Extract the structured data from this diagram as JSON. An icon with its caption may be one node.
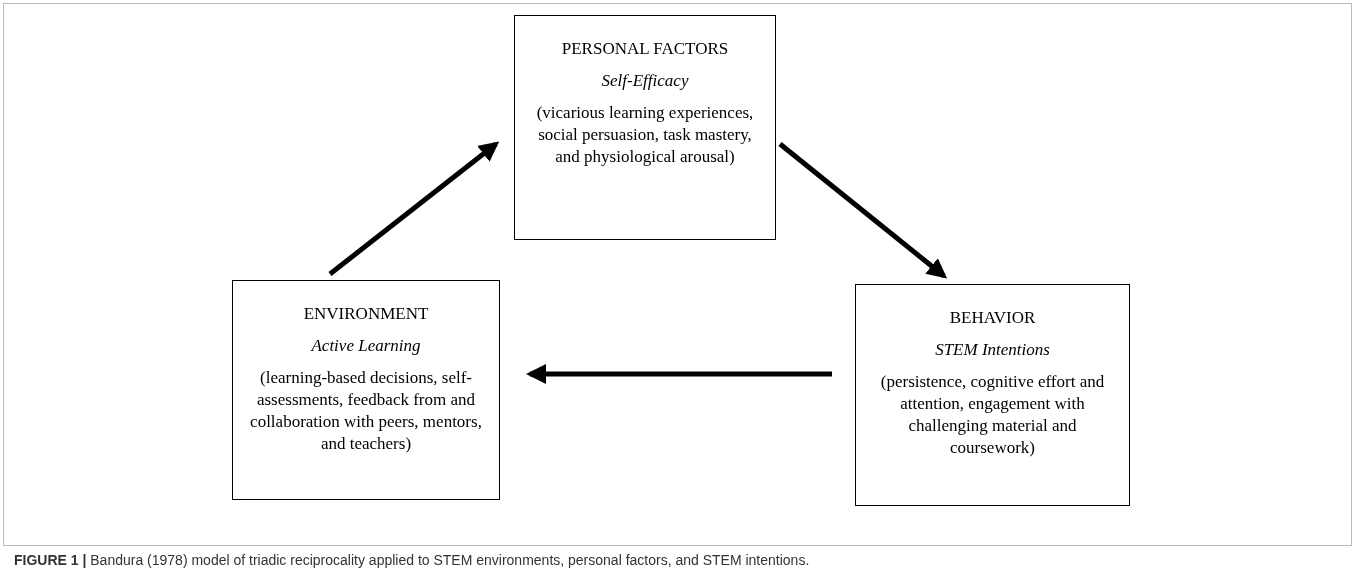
{
  "diagram": {
    "caption": "**FIGURE 1 |** Bandura (1978) model of triadic reciprocality applied to STEM environments, personal factors, and STEM intentions.",
    "nodes": [
      {
        "text": [
          "PERSONAL FACTORS",
          "Self-Efficacy",
          "(vicarious learning experiences, social persuasion, task mastery, and physiological arousal)"
        ]
      },
      {
        "text": [
          "BEHAVIOR",
          "STEM Intentions",
          "(persistence, cognitive effort and attention, engagement with challenging material and coursework)"
        ]
      },
      {
        "text": [
          "ENVIRONMENT",
          "Active Learning",
          "(learning-based decisions, self-assessments, feedback from and collaboration with peers, mentors, and teachers)"
        ]
      }
    ],
    "edges": [
      {
        "from": 2,
        "to": 0,
        "arrow": "to"
      },
      {
        "from": 0,
        "to": 1,
        "arrow": "to"
      },
      {
        "from": 1,
        "to": 2,
        "arrow": "to"
      }
    ]
  }
}
